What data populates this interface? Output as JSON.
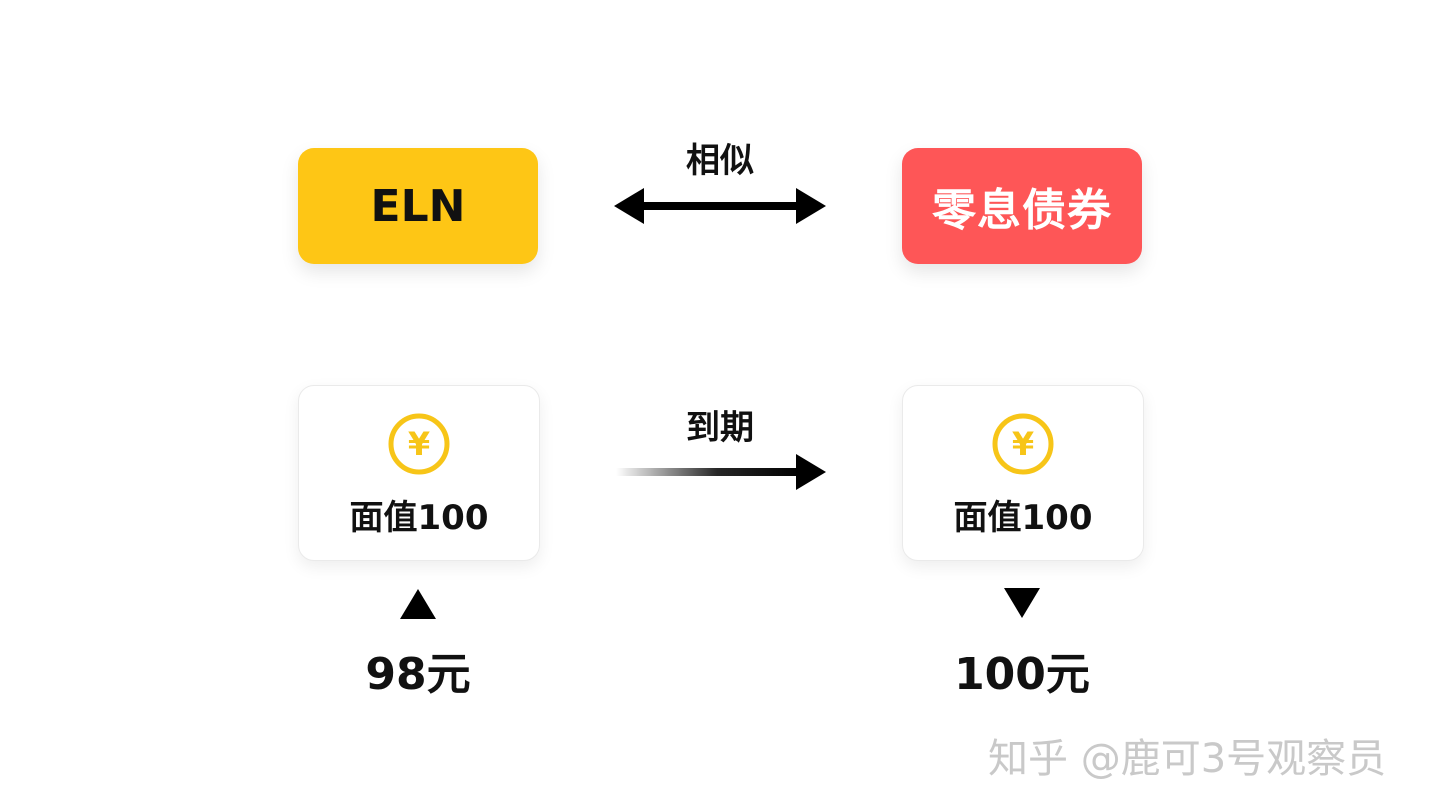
{
  "corner_mark": "",
  "top_row": {
    "left_box": "ELN",
    "right_box": "零息债券",
    "arrow_label": "相似"
  },
  "bottom_row": {
    "arrow_label": "到期",
    "left_card": {
      "coin_symbol": "¥",
      "text": "面值100"
    },
    "right_card": {
      "coin_symbol": "¥",
      "text": "面值100"
    },
    "left_price": "98元",
    "right_price": "100元"
  },
  "watermark": "知乎 @鹿可3号观察员",
  "colors": {
    "eln_yellow": "#fec615",
    "zero_red": "#fe5657",
    "coin_yellow": "#f7c518"
  },
  "icons": {
    "double_arrow": "left-right-arrow-icon",
    "maturity_arrow": "gradient-right-arrow-icon",
    "coin": "yuan-coin-icon",
    "up": "up-triangle-icon",
    "down": "down-triangle-icon"
  }
}
